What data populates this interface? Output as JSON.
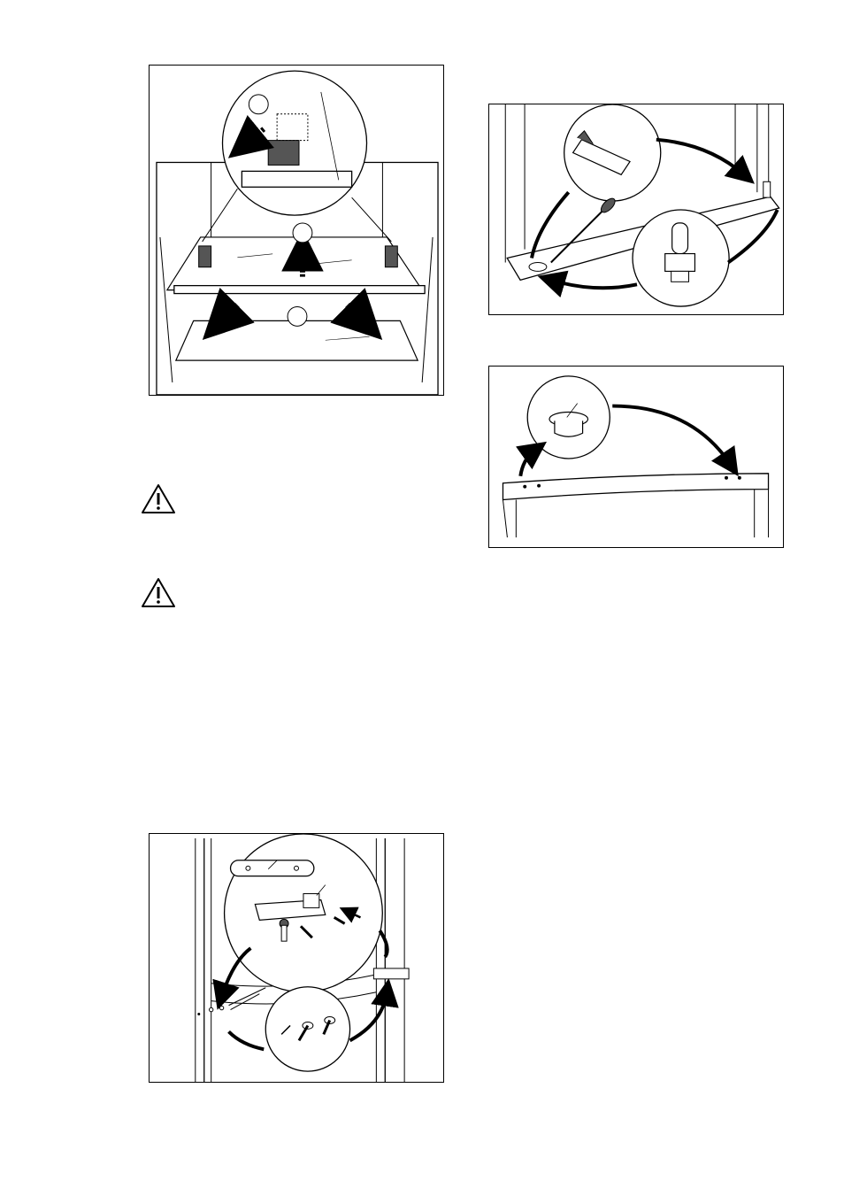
{
  "figures": [
    {
      "id": "shelf-removal",
      "icon": "shelf-removal-illustration"
    },
    {
      "id": "door-hinge-pin-swap",
      "icon": "hinge-pin-illustration"
    },
    {
      "id": "hole-cap-swap",
      "icon": "hole-cap-illustration"
    },
    {
      "id": "handle-bracket-swap",
      "icon": "handle-bracket-illustration"
    }
  ],
  "warnings": [
    {
      "icon": "warning-triangle-icon"
    },
    {
      "icon": "warning-triangle-icon"
    }
  ],
  "colors": {
    "line": "#000000",
    "grey": "#555555",
    "background": "#ffffff"
  }
}
